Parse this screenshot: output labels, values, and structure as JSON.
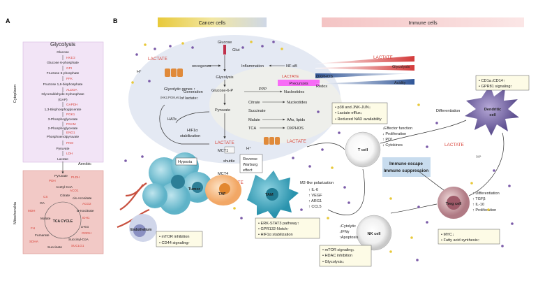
{
  "panel_a": {
    "letter": "A",
    "title": "Glycolysis",
    "cytoplasm": "Cytoplasm",
    "mitochondria": "Mitochondria",
    "aerobic": "Aerobic",
    "metabolites": [
      "Glucose",
      "Glucose 6-phosphate",
      "Fructose 6-phosphate",
      "Fructose 1,6-bisphosphate",
      "Glyceraldehyde 3-phosphate",
      "(GAP)",
      "1,3-Bisphosphoglycerate",
      "3-Phosphoglycerate",
      "2-Phosphoglycerate",
      "Phosphoenolpyruvate",
      "Pyruvate",
      "Lactate"
    ],
    "enzymes": [
      "HK1/2",
      "GPI",
      "PFK",
      "ALDOA",
      "GAPDH",
      "PGK1",
      "PGAM",
      "ENO1",
      "PKM",
      "LDH"
    ],
    "tca": {
      "pyruvate": "Pyruvate",
      "pdh": "PDH",
      "pldh": "PLDH",
      "acetyl_coa": "Acetyl-CoA",
      "citrate": "Citrate",
      "cs": "CS",
      "aco1": "ACO1",
      "cis_aconitate": "cis-Aconitate",
      "aco2": "ACO2",
      "d_isocitrate": "D-Isocitrate",
      "idh1": "IDH1",
      "a_kg": "α-KG",
      "ogdh": "OGDH",
      "succinyl_coa": "Succinyl-CoA",
      "suclg1": "SUCLG1",
      "succinate": "Succinate",
      "sdha": "SDHA",
      "fumarate": "Fumarate",
      "fh": "FH",
      "malate": "Malate",
      "mdh": "MDH",
      "oxaloacetate": "OA",
      "cycle": "TCA CYCLE"
    }
  },
  "panel_b": {
    "letter": "B",
    "header_cancer": "Cancer cells",
    "header_immune": "Immune cells",
    "glucose": "Glucose",
    "glut": "Glut",
    "oncogenes": "oncogenes",
    "inflammation": "Inflammation",
    "nfkb": "NF-κB",
    "lactate": "LACTATE",
    "h_plus": "H⁺",
    "glycolysis": "Glycolysis",
    "precursors": "Precursors",
    "glycolytic_genes": "Glycolytic genes ↑",
    "glycolytic_genes_sub": "(HK2,PGM,etc)",
    "generation": "Generation",
    "of_lactate": "of lactate↑",
    "glucose6p": "Glucose-6-P",
    "ppp": "PPP",
    "nucleotides": "Nucleotides",
    "pyruvate": "Pyruvate",
    "citrate": "Citrate",
    "succinate": "Succinate",
    "malate": "Malate",
    "tca": "TCA",
    "aas_lipids": "AAs, lipids",
    "oxphos": "OXPHOS",
    "hats": "HATs",
    "hif_line1": "HIF1α",
    "hif_line2": "stabilization",
    "mct1": "MCT1",
    "mct4": "MCT4",
    "shuttle": "shuttle",
    "reverse_warburg": [
      "Reverse",
      "Warburg",
      "effect"
    ],
    "hypoxia": "Hypoxia",
    "tumor": "Tumor",
    "taf": "TAF",
    "tam": "TAM",
    "endothelium": "Endothelium",
    "m2_label": "M2-like polarization",
    "m2_list": [
      "↑ IL-6",
      "↑ VEGF",
      "↑ ARG1",
      "↑ CCL5"
    ],
    "tam_box": [
      "• ERK-STAT3 pathway↑",
      "• GPR132-Notch↑",
      "• HIF1α stabilization"
    ],
    "endo_box": [
      "• mTOR inhibition",
      "• CD44 signaling↑"
    ],
    "gradient_labels": {
      "lactate": "LACTATE",
      "glycolysis": "Glycolysis",
      "oxphos": "OXPHOS",
      "acidity": "Acidity",
      "redox": "Redox"
    },
    "tcell_box": [
      "• p38 and JNK-JUN↓",
      "• Lactate efflux↓",
      "• Reduced NAD availability"
    ],
    "t_cell": "T cell",
    "tcell_effects": [
      "↓Effector function",
      "↓ Proliferation",
      "↑ PD1",
      "↓ Cytokines"
    ],
    "escape": [
      "Immune escape",
      "Immune suppression"
    ],
    "dendritic": [
      "Dendritic",
      "cell"
    ],
    "differentiation": "Differentiation",
    "cd_box": [
      "• CD1a↓CD14↑",
      "• GPR81 signaling↑"
    ],
    "treg": "Treg cell",
    "treg_effects": [
      "↑ Differentiation",
      "↑ TGFβ",
      "↑ IL-10",
      "↑ Proliferation"
    ],
    "treg_box": [
      "• MYC↓",
      "• Fatty acid synthesis↑"
    ],
    "nk": "NK cell",
    "nk_effects": [
      "↓Cytolytic",
      "↓IFNγ",
      "↑Apoptosis"
    ],
    "nk_box": [
      "• mTOR signaling↓",
      "• HDAC inhibition",
      "• Glycolysis↓"
    ]
  }
}
